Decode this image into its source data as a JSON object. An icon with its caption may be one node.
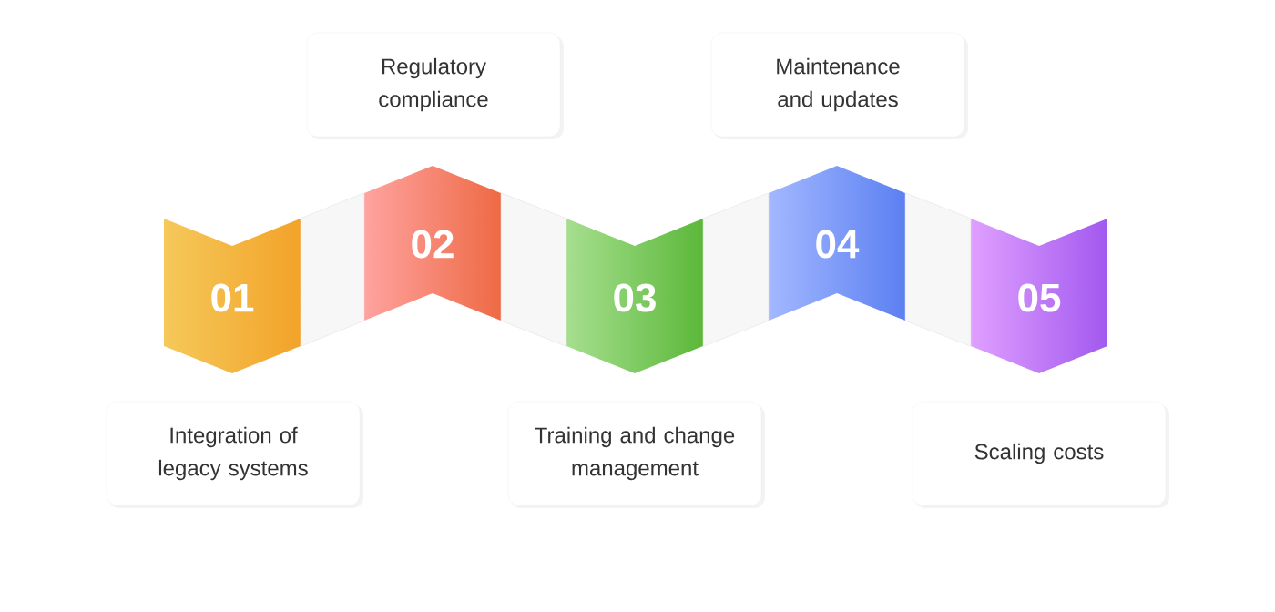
{
  "diagram": {
    "nodes": [
      {
        "text": [
          "01"
        ]
      },
      {
        "text": [
          "02"
        ]
      },
      {
        "text": [
          "03"
        ]
      },
      {
        "text": [
          "04"
        ]
      },
      {
        "text": [
          "05"
        ]
      },
      {
        "text": [
          "Integration of legacy systems"
        ]
      },
      {
        "text": [
          "Regulatory compliance"
        ]
      },
      {
        "text": [
          "Training and change management"
        ]
      },
      {
        "text": [
          "Maintenance and updates"
        ]
      },
      {
        "text": [
          "Scaling costs"
        ]
      }
    ],
    "edges": [
      {
        "from": 0,
        "to": 1,
        "arrow": "none"
      },
      {
        "from": 1,
        "to": 2,
        "arrow": "none"
      },
      {
        "from": 2,
        "to": 3,
        "arrow": "none"
      },
      {
        "from": 3,
        "to": 4,
        "arrow": "none"
      }
    ]
  }
}
